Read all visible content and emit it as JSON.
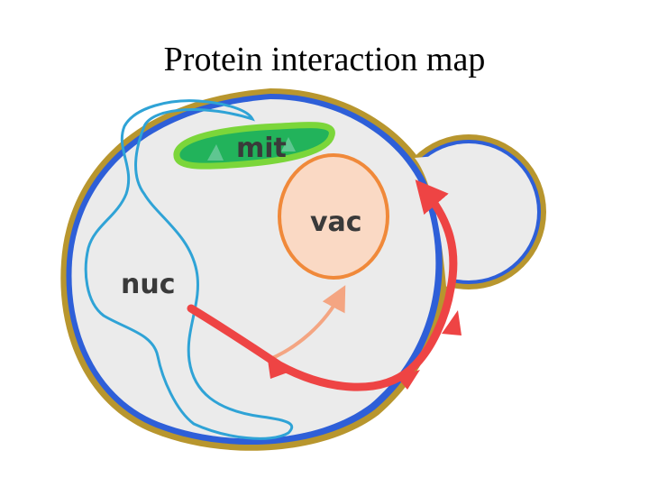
{
  "title": "Protein interaction map",
  "labels": {
    "mitochondrion": "mit",
    "vacuole": "vac",
    "nucleus": "nuc"
  },
  "colors": {
    "cell_outer": "#B8962E",
    "cell_membrane": "#2E5FD8",
    "cytoplasm": "#EBEBEB",
    "nucleus_outline": "#2FA3D6",
    "mitochondrion_fill": "#22B35B",
    "mitochondrion_border": "#7BD63A",
    "vacuole_fill": "#FAD9C4",
    "vacuole_border": "#F0893A",
    "main_arrow": "#EE4444",
    "secondary_arrow": "#F4A582"
  }
}
